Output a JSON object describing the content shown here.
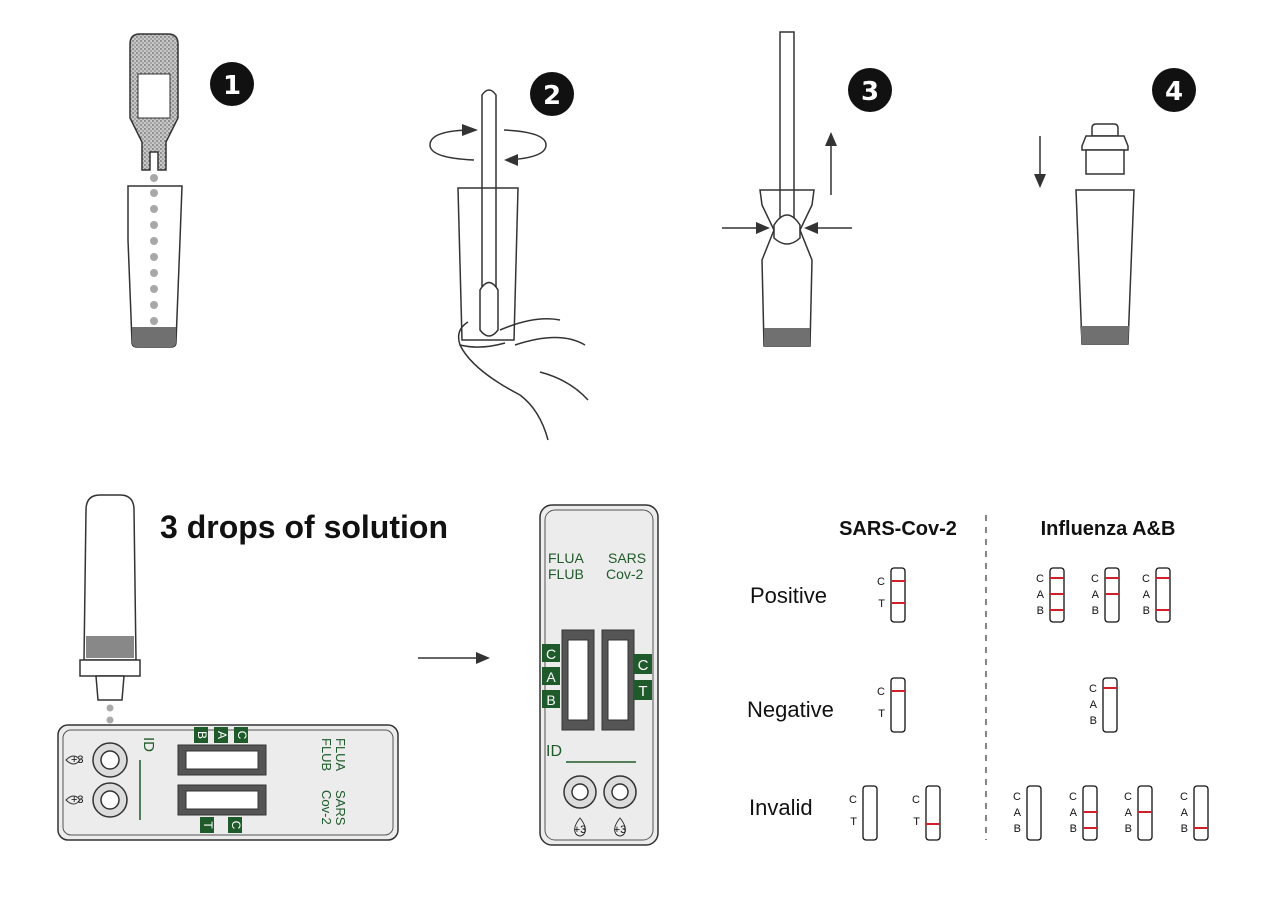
{
  "steps": [
    {
      "number": "1"
    },
    {
      "number": "2"
    },
    {
      "number": "3"
    },
    {
      "number": "4"
    }
  ],
  "drops_text": "3 drops of solution",
  "horizontal_cassette": {
    "id_label": "ID",
    "top_window_label": "FLUA\nFLUB",
    "bottom_window_label": "SARS\nCov-2",
    "top_markers": [
      "B",
      "A",
      "C"
    ],
    "bottom_markers": [
      "T",
      "C"
    ],
    "well_marks": [
      "+3",
      "+3"
    ]
  },
  "vertical_cassette": {
    "left_label": [
      "FLUA",
      "FLUB"
    ],
    "right_label": [
      "SARS",
      "Cov-2"
    ],
    "left_markers": [
      "C",
      "A",
      "B"
    ],
    "right_markers": [
      "C",
      "T"
    ],
    "id_label": "ID",
    "well_marks": [
      "+3",
      "+3"
    ]
  },
  "results": {
    "col_sars": "SARS-Cov-2",
    "col_flu": "Influenza A&B",
    "rows": [
      "Positive",
      "Negative",
      "Invalid"
    ],
    "sars_letters": [
      "C",
      "T"
    ],
    "flu_letters": [
      "C",
      "A",
      "B"
    ],
    "line_color": "#d0202a"
  }
}
